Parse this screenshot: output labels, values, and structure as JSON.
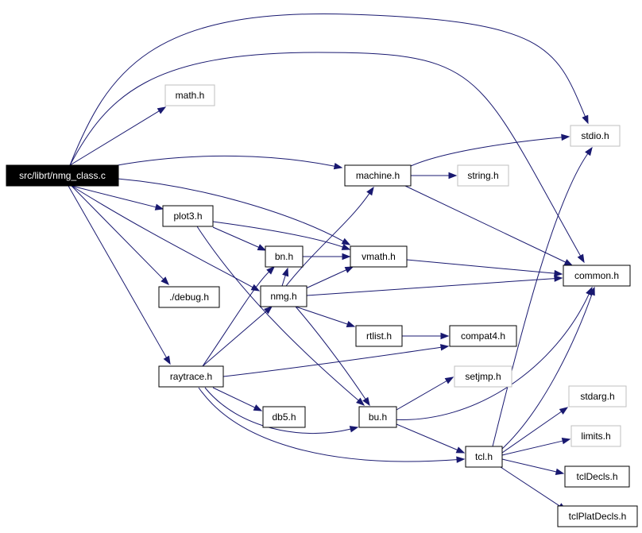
{
  "colors": {
    "edge": "#191970",
    "missing_border": "#bfbfbf",
    "root_fill": "#000000"
  },
  "nodes": [
    {
      "id": "root",
      "label": "src/librt/nmg_class.c",
      "kind": "root"
    },
    {
      "id": "math",
      "label": "math.h",
      "kind": "missing"
    },
    {
      "id": "stdio",
      "label": "stdio.h",
      "kind": "missing"
    },
    {
      "id": "machine",
      "label": "machine.h",
      "kind": "normal"
    },
    {
      "id": "string",
      "label": "string.h",
      "kind": "missing"
    },
    {
      "id": "plot3",
      "label": "plot3.h",
      "kind": "normal"
    },
    {
      "id": "bn",
      "label": "bn.h",
      "kind": "normal"
    },
    {
      "id": "vmath",
      "label": "vmath.h",
      "kind": "normal"
    },
    {
      "id": "common",
      "label": "common.h",
      "kind": "normal"
    },
    {
      "id": "debug",
      "label": "./debug.h",
      "kind": "normal"
    },
    {
      "id": "nmg",
      "label": "nmg.h",
      "kind": "normal"
    },
    {
      "id": "rtlist",
      "label": "rtlist.h",
      "kind": "normal"
    },
    {
      "id": "compat4",
      "label": "compat4.h",
      "kind": "normal"
    },
    {
      "id": "raytrace",
      "label": "raytrace.h",
      "kind": "normal"
    },
    {
      "id": "setjmp",
      "label": "setjmp.h",
      "kind": "missing"
    },
    {
      "id": "stdarg",
      "label": "stdarg.h",
      "kind": "missing"
    },
    {
      "id": "db5",
      "label": "db5.h",
      "kind": "normal"
    },
    {
      "id": "bu",
      "label": "bu.h",
      "kind": "normal"
    },
    {
      "id": "limits",
      "label": "limits.h",
      "kind": "missing"
    },
    {
      "id": "tcl",
      "label": "tcl.h",
      "kind": "normal"
    },
    {
      "id": "tclDecls",
      "label": "tclDecls.h",
      "kind": "normal"
    },
    {
      "id": "tclPlatDecls",
      "label": "tclPlatDecls.h",
      "kind": "normal"
    }
  ],
  "edges": [
    {
      "from": "root",
      "to": "math"
    },
    {
      "from": "root",
      "to": "stdio"
    },
    {
      "from": "root",
      "to": "common"
    },
    {
      "from": "root",
      "to": "machine"
    },
    {
      "from": "root",
      "to": "plot3"
    },
    {
      "from": "root",
      "to": "vmath"
    },
    {
      "from": "root",
      "to": "debug"
    },
    {
      "from": "root",
      "to": "nmg"
    },
    {
      "from": "root",
      "to": "raytrace"
    },
    {
      "from": "machine",
      "to": "stdio"
    },
    {
      "from": "machine",
      "to": "string"
    },
    {
      "from": "machine",
      "to": "common"
    },
    {
      "from": "plot3",
      "to": "bn"
    },
    {
      "from": "plot3",
      "to": "vmath"
    },
    {
      "from": "plot3",
      "to": "bu"
    },
    {
      "from": "bn",
      "to": "vmath"
    },
    {
      "from": "vmath",
      "to": "common"
    },
    {
      "from": "nmg",
      "to": "machine"
    },
    {
      "from": "nmg",
      "to": "vmath"
    },
    {
      "from": "nmg",
      "to": "bn"
    },
    {
      "from": "nmg",
      "to": "common"
    },
    {
      "from": "nmg",
      "to": "rtlist"
    },
    {
      "from": "nmg",
      "to": "bu"
    },
    {
      "from": "rtlist",
      "to": "compat4"
    },
    {
      "from": "raytrace",
      "to": "bn"
    },
    {
      "from": "raytrace",
      "to": "nmg"
    },
    {
      "from": "raytrace",
      "to": "compat4"
    },
    {
      "from": "raytrace",
      "to": "db5"
    },
    {
      "from": "raytrace",
      "to": "bu"
    },
    {
      "from": "raytrace",
      "to": "tcl"
    },
    {
      "from": "bu",
      "to": "setjmp"
    },
    {
      "from": "bu",
      "to": "common"
    },
    {
      "from": "bu",
      "to": "tcl"
    },
    {
      "from": "tcl",
      "to": "stdio"
    },
    {
      "from": "tcl",
      "to": "common"
    },
    {
      "from": "tcl",
      "to": "stdarg"
    },
    {
      "from": "tcl",
      "to": "limits"
    },
    {
      "from": "tcl",
      "to": "tclDecls"
    },
    {
      "from": "tcl",
      "to": "tclPlatDecls"
    }
  ]
}
